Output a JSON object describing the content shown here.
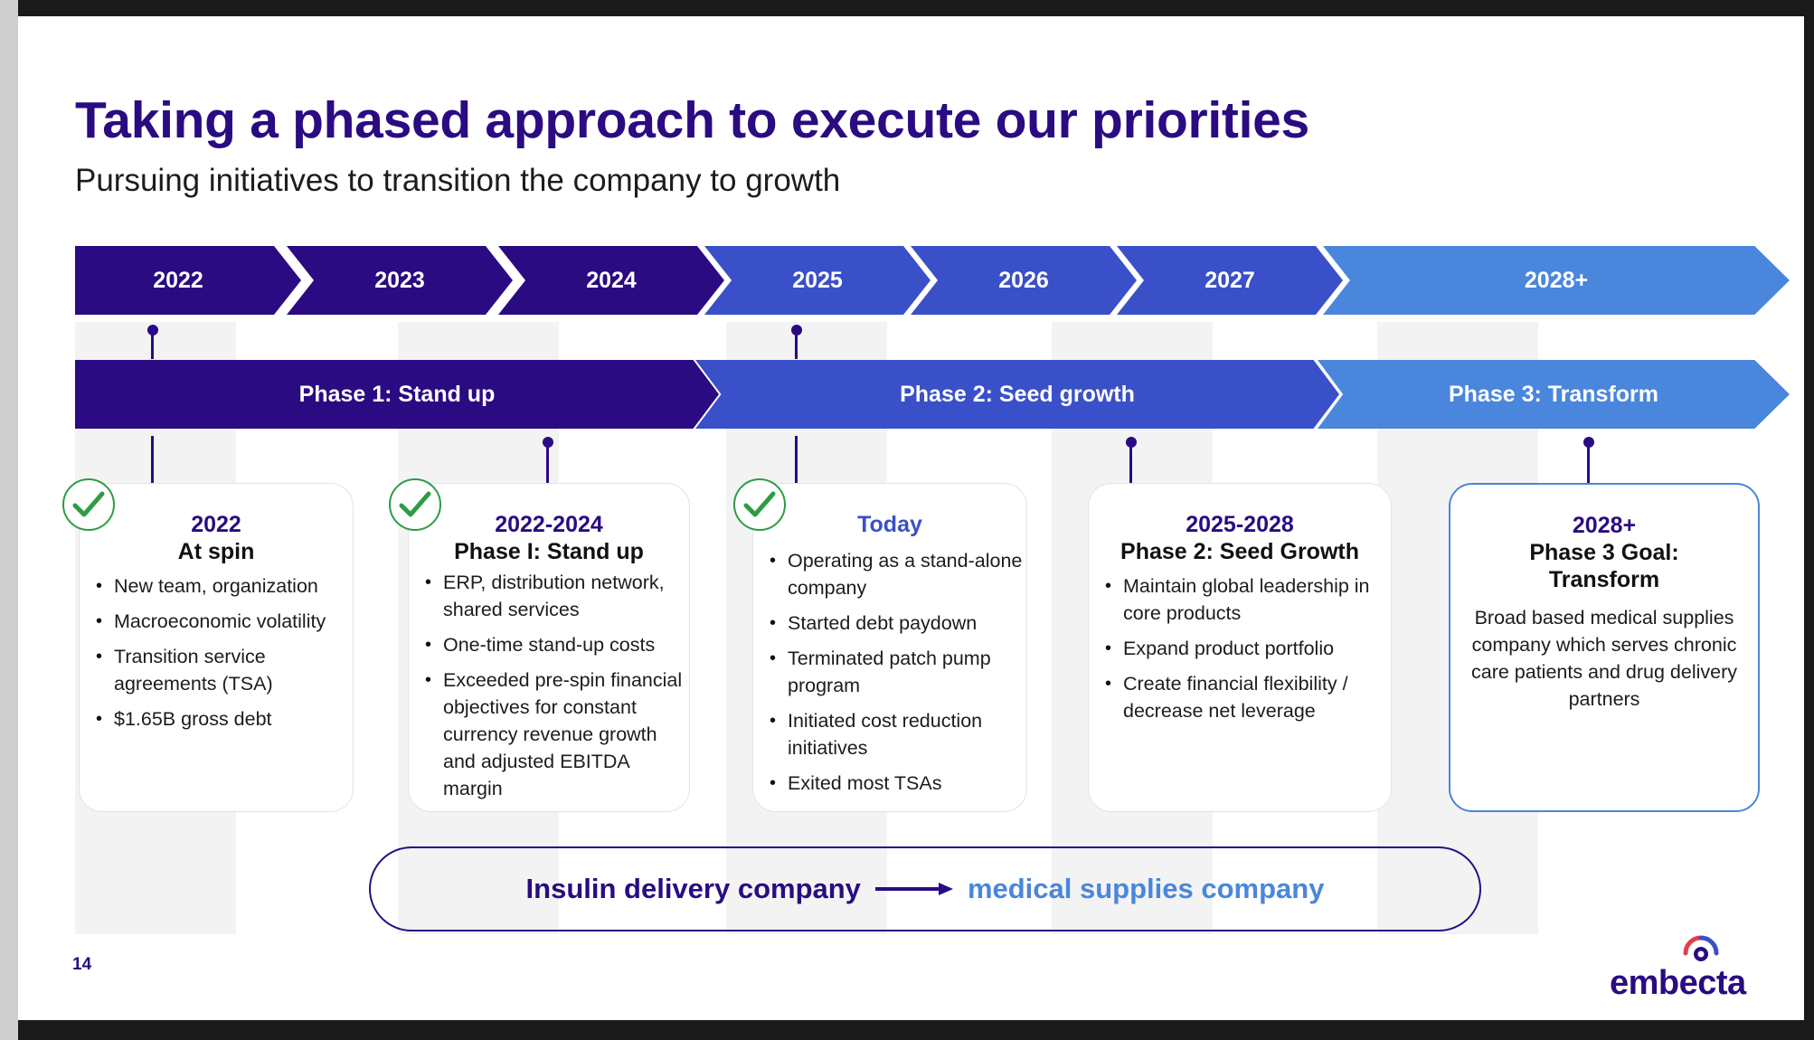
{
  "title": "Taking a phased approach to execute our priorities",
  "subtitle": "Pursuing initiatives to transition the company to growth",
  "colors": {
    "dark": "#2a0b82",
    "mid": "#3a50c8",
    "light": "#4a86dc",
    "check": "#2e9c44"
  },
  "years": [
    "2022",
    "2023",
    "2024",
    "2025",
    "2026",
    "2027",
    "2028+"
  ],
  "phases": [
    "Phase 1: Stand up",
    "Phase 2: Seed growth",
    "Phase 3: Transform"
  ],
  "cards": [
    {
      "heading": "2022",
      "subheading": "At spin",
      "bullets": [
        "New team, organization",
        "Macroeconomic volatility",
        "Transition service agreements (TSA)",
        "$1.65B gross debt"
      ]
    },
    {
      "heading": "2022-2024",
      "subheading": "Phase I: Stand up",
      "bullets": [
        "ERP, distribution network, shared services",
        "One-time stand-up costs",
        "Exceeded pre-spin financial objectives for constant currency revenue growth and adjusted EBITDA margin"
      ]
    },
    {
      "heading": "Today",
      "subheading": "",
      "bullets": [
        "Operating as a stand-alone company",
        "Started debt paydown",
        "Terminated patch pump program",
        "Initiated cost reduction initiatives",
        "Exited most TSAs"
      ]
    },
    {
      "heading": "2025-2028",
      "subheading": "Phase 2: Seed Growth",
      "bullets": [
        "Maintain global leadership in core products",
        "Expand product portfolio",
        "Create financial flexibility / decrease net leverage"
      ]
    },
    {
      "heading": "2028+",
      "subheading": "Phase 3 Goal: Transform",
      "text": "Broad based medical supplies company which serves chronic care patients and drug delivery partners"
    }
  ],
  "banner": {
    "from": "Insulin delivery company",
    "to": "medical supplies company",
    "arrow_icon": "right-arrow-icon"
  },
  "page_number": "14",
  "logo": {
    "text": "embecta",
    "icon": "embecta-ring-logo-icon"
  }
}
